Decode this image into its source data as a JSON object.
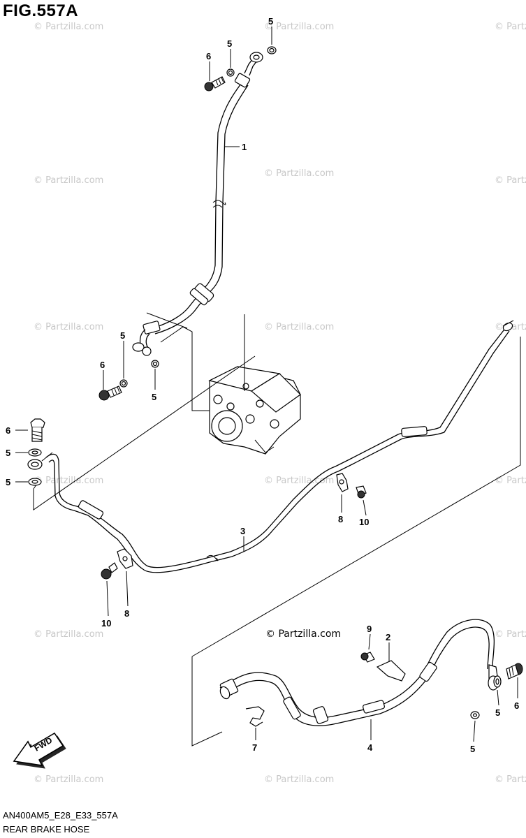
{
  "figure_title": "FIG.557A",
  "watermark": "© Partzilla.com",
  "watermark_main": "© Partzilla.com",
  "footer": {
    "code": "AN400AM5_E28_E33_557A",
    "caption": "REAR BRAKE HOSE"
  },
  "fwd_label": "FWD",
  "callouts": {
    "c1": "1",
    "c2": "2",
    "c3": "3",
    "c4": "4",
    "c5a": "5",
    "c5b": "5",
    "c5c": "5",
    "c5d": "5",
    "c5e": "5",
    "c5f": "5",
    "c5g": "5",
    "c5h": "5",
    "c6a": "6",
    "c6b": "6",
    "c6c": "6",
    "c6d": "6",
    "c7": "7",
    "c8a": "8",
    "c8b": "8",
    "c9": "9",
    "c10a": "10",
    "c10b": "10"
  },
  "icons": [
    "fwd-arrow-icon"
  ]
}
